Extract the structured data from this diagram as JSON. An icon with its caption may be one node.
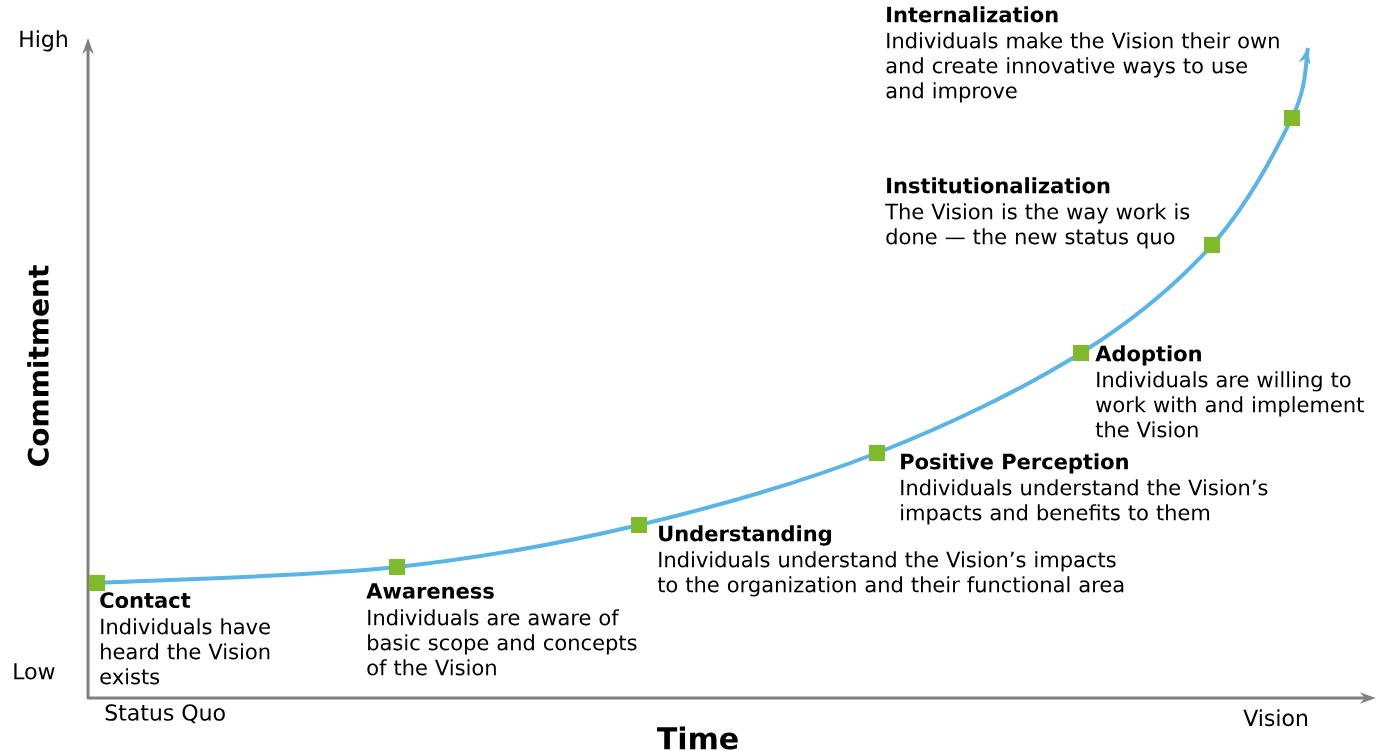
{
  "diagram": {
    "labels": [
      "High",
      "Internalization",
      "Individuals make the Vision their own and create innovative ways to use and improve",
      "Institutionalization",
      "The Vision is the way work is done — the new status quo",
      "Commitment",
      "Adoption",
      "Individuals are willing to work with and implement the Vision",
      "Positive Perception",
      "Individuals understand the Vision’s impacts and benefits to them",
      "Understanding",
      "Individuals understand the Vision’s impacts to the organization and their functional area",
      "Awareness",
      "Individuals are aware of basic scope and concepts of the Vision",
      "Contact",
      "Individuals have heard the Vision exists",
      "Low",
      "Status Quo",
      "Time",
      "Vision"
    ]
  }
}
